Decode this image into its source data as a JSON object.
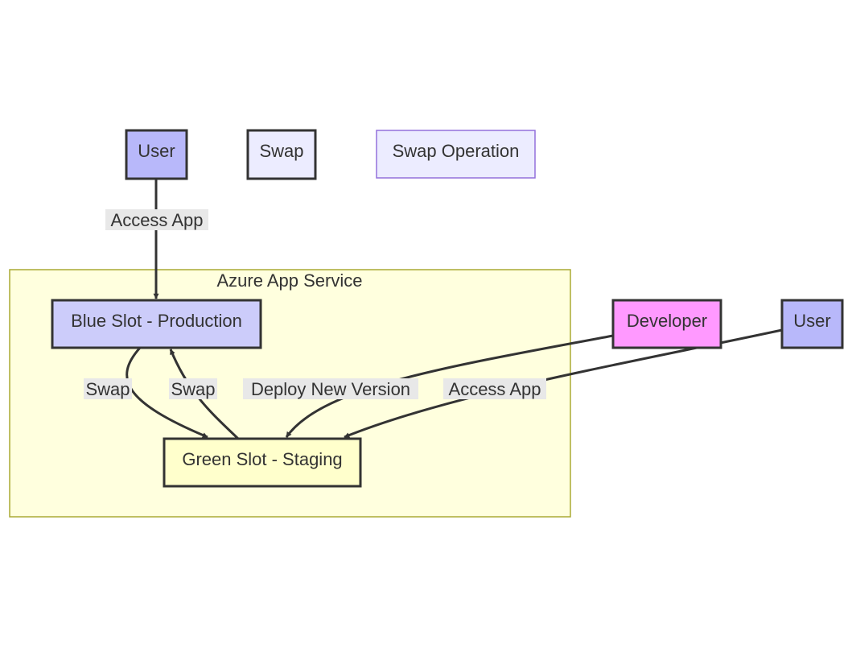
{
  "cluster": {
    "title": "Azure App Service",
    "fill": "#ffffde",
    "stroke": "#aaaa33"
  },
  "nodes": {
    "user_top": {
      "label": "User",
      "fill": "#b8b8fa",
      "stroke": "#333333"
    },
    "swap_legend": {
      "label": "Swap",
      "fill": "#ececff",
      "stroke": "#333333"
    },
    "swap_operation": {
      "label": "Swap Operation",
      "fill": "#ececff",
      "stroke": "#9370db"
    },
    "blue_slot": {
      "label": "Blue Slot - Production",
      "fill": "#ccccfa",
      "stroke": "#333333"
    },
    "green_slot": {
      "label": "Green Slot - Staging",
      "fill": "#ffffcc",
      "stroke": "#333333"
    },
    "developer": {
      "label": "Developer",
      "fill": "#ff99ff",
      "stroke": "#333333"
    },
    "user_right": {
      "label": "User",
      "fill": "#b8b8fa",
      "stroke": "#333333"
    }
  },
  "edges": {
    "user_access_top": {
      "label": "Access App"
    },
    "swap_blue_to_green": {
      "label": "Swap"
    },
    "swap_green_to_blue": {
      "label": "Swap"
    },
    "deploy": {
      "label": "Deploy New Version"
    },
    "user_access_right": {
      "label": "Access App"
    }
  },
  "edge_label_background": "#e8e8e8",
  "edge_color": "#333333"
}
